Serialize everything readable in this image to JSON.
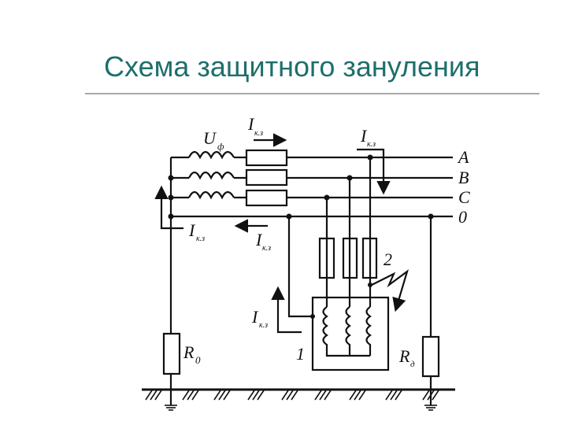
{
  "title": "Схема защитного зануления",
  "diagram": {
    "phase_labels": [
      "A",
      "B",
      "C",
      "0"
    ],
    "voltage_label": "U",
    "voltage_sub": "ф",
    "current_label": "I",
    "current_sub": "к.з",
    "resistor_neutral": "R",
    "resistor_neutral_sub": "0",
    "resistor_repeat": "R",
    "resistor_repeat_sub": "д",
    "motor_label": "1",
    "fault_label": "2"
  }
}
